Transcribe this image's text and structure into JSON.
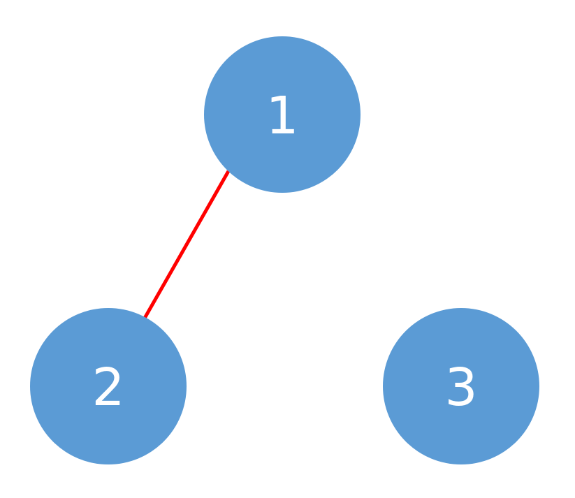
{
  "colors": {
    "background": "#ffffff",
    "node_fill": "#5b9bd5",
    "node_text": "#ffffff",
    "edge": "#ff0000"
  },
  "nodes": [
    {
      "id": "1",
      "label": "1"
    },
    {
      "id": "2",
      "label": "2"
    },
    {
      "id": "3",
      "label": "3"
    }
  ],
  "edges": [
    {
      "from": "1",
      "to": "2",
      "color": "#ff0000"
    }
  ]
}
